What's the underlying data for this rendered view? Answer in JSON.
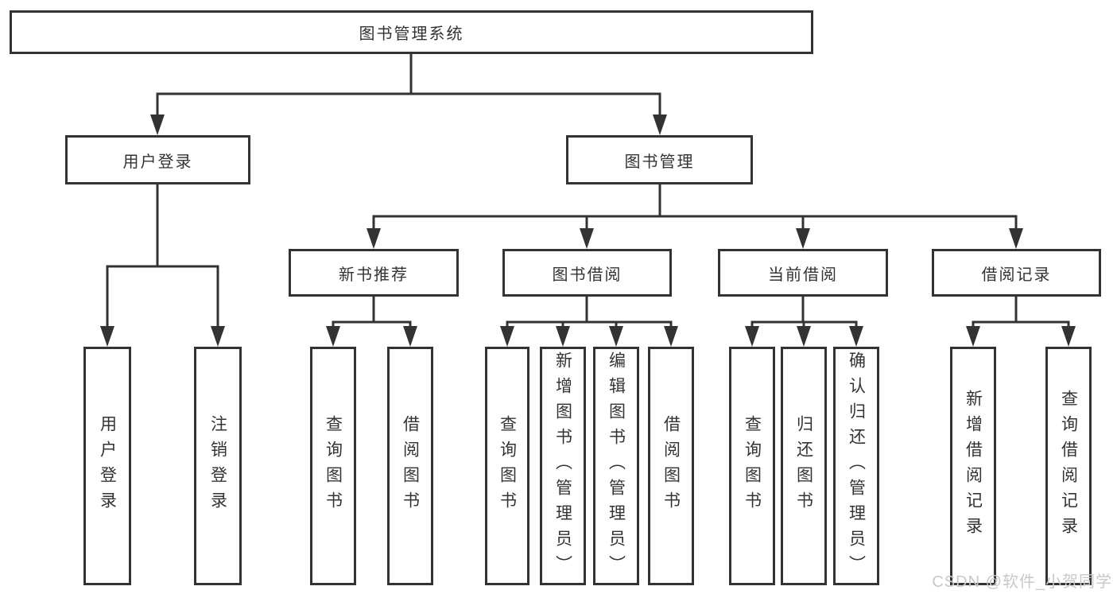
{
  "diagram": {
    "root": {
      "label": "图书管理系统"
    },
    "level2": [
      {
        "label": "用户登录"
      },
      {
        "label": "图书管理"
      }
    ],
    "level3": [
      {
        "label": "新书推荐"
      },
      {
        "label": "图书借阅"
      },
      {
        "label": "当前借阅"
      },
      {
        "label": "借阅记录"
      }
    ],
    "leaves": {
      "user_login": [
        "用户登录",
        "注销登录"
      ],
      "new_book_rec": [
        "查询图书",
        "借阅图书"
      ],
      "book_borrow": [
        "查询图书",
        "新增图书（管理员）",
        "编辑图书（管理员）",
        "借阅图书"
      ],
      "current_borrow": [
        "查询图书",
        "归还图书",
        "确认归还（管理员）"
      ],
      "borrow_records": [
        "新增借阅记录",
        "查询借阅记录"
      ]
    },
    "line_color": "#333333"
  },
  "watermark": {
    "text": "CSDN @软件_小贺同学",
    "color": "#c8c8c8"
  }
}
